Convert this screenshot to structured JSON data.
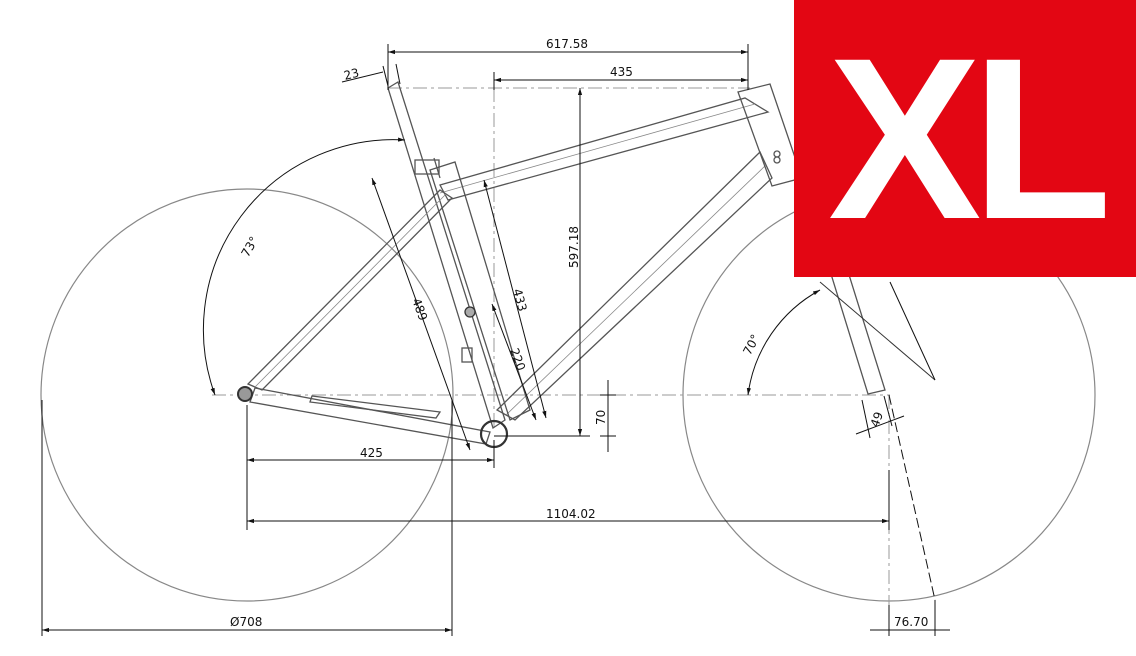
{
  "badge": {
    "size_label": "XL",
    "color": "#e30613"
  },
  "dimensions": {
    "reach_top": "617.58",
    "top_tube": "435",
    "head_angle_offset": "23",
    "stack": "597.18",
    "seat_tube": "489",
    "seat_tube_c": "433",
    "seat_tube_lower": "220",
    "bb_drop": "70",
    "chainstay": "425",
    "wheelbase": "1104.02",
    "wheel_diameter": "Ø708",
    "trail": "76.70",
    "fork_offset": "49"
  },
  "angles": {
    "seat_angle": "73°",
    "head_angle": "70°"
  },
  "colors": {
    "frame_line": "#555555",
    "dim_line": "#111111",
    "center_line": "#9a9a9a"
  }
}
